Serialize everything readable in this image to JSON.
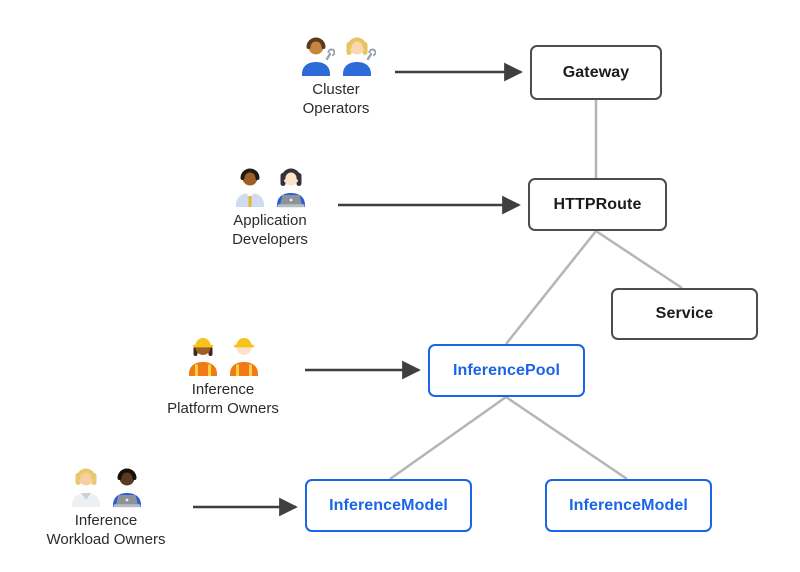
{
  "diagram": {
    "description": "Kubernetes Gateway API inference extension resource-ownership diagram",
    "actors": [
      {
        "id": "cluster-operators",
        "line1": "Cluster",
        "line2": "Operators",
        "emoji": "👨🏽‍🔧 👩🏼‍🔧",
        "icons": [
          "man-mechanic-emoji",
          "woman-mechanic-emoji"
        ],
        "points_to": "Gateway"
      },
      {
        "id": "application-developers",
        "line1": "Application",
        "line2": "Developers",
        "emoji": "👨🏾‍💼 👩🏻‍💻",
        "icons": [
          "man-office-worker-emoji",
          "woman-technologist-emoji"
        ],
        "points_to": "HTTPRoute"
      },
      {
        "id": "inference-platform-owners",
        "line1": "Inference",
        "line2": "Platform Owners",
        "emoji": "👷🏾‍♀️ 👷🏻",
        "icons": [
          "woman-construction-worker-emoji",
          "man-construction-worker-emoji"
        ],
        "points_to": "InferencePool"
      },
      {
        "id": "inference-workload-owners",
        "line1": "Inference",
        "line2": "Workload Owners",
        "emoji": "🧑🏼‍🔬 🧑🏿‍💻",
        "icons": [
          "person-scientist-emoji",
          "man-technologist-emoji"
        ],
        "points_to": "InferenceModel"
      }
    ],
    "nodes": [
      {
        "id": "gateway",
        "label": "Gateway",
        "variant": "default"
      },
      {
        "id": "httproute",
        "label": "HTTPRoute",
        "variant": "default"
      },
      {
        "id": "service",
        "label": "Service",
        "variant": "default"
      },
      {
        "id": "inferencepool",
        "label": "InferencePool",
        "variant": "accent"
      },
      {
        "id": "inferencemodel-left",
        "label": "InferenceModel",
        "variant": "accent"
      },
      {
        "id": "inferencemodel-right",
        "label": "InferenceModel",
        "variant": "accent"
      }
    ],
    "edges": [
      {
        "from": "Gateway",
        "to": "HTTPRoute"
      },
      {
        "from": "HTTPRoute",
        "to": "InferencePool"
      },
      {
        "from": "HTTPRoute",
        "to": "Service"
      },
      {
        "from": "InferencePool",
        "to": "InferenceModel (left)"
      },
      {
        "from": "InferencePool",
        "to": "InferenceModel (right)"
      }
    ],
    "colors": {
      "accent_blue": "#1a64e8",
      "node_border": "#4d4d4d",
      "node_text": "#1b1b1b",
      "connector_gray": "#b5b5b5",
      "arrow_dark": "#3f3f3f",
      "background": "#ffffff"
    }
  }
}
